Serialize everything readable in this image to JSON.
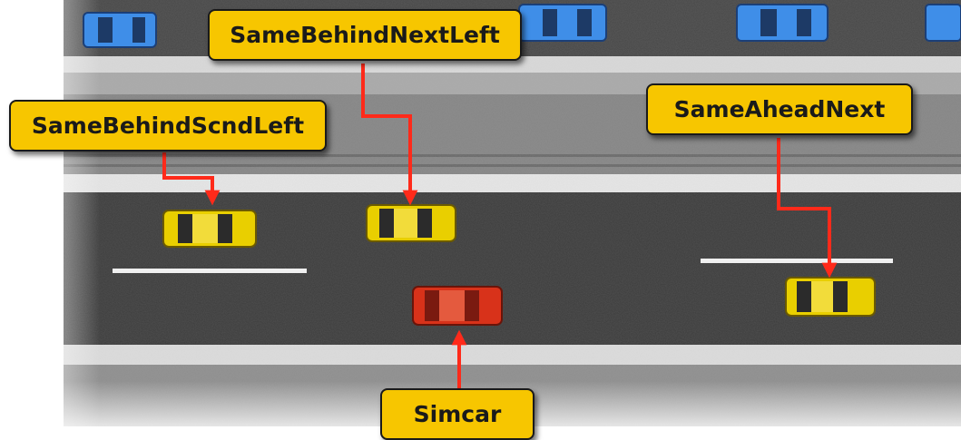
{
  "labels": {
    "same_behind_next_left": "SameBehindNextLeft",
    "same_behind_scnd_left": "SameBehindScndLeft",
    "same_ahead_next": "SameAheadNext",
    "simcar": "Simcar"
  },
  "colors": {
    "label_fill": "#f7c600",
    "label_border": "#1a1a1a",
    "arrow": "#ff2a1a",
    "simcar": "#d8321a",
    "traffic_car": "#e9cf00",
    "parked_car": "#3f8ee8",
    "road": "#3c3c3c",
    "lane_marking": "#f0f0f0"
  }
}
